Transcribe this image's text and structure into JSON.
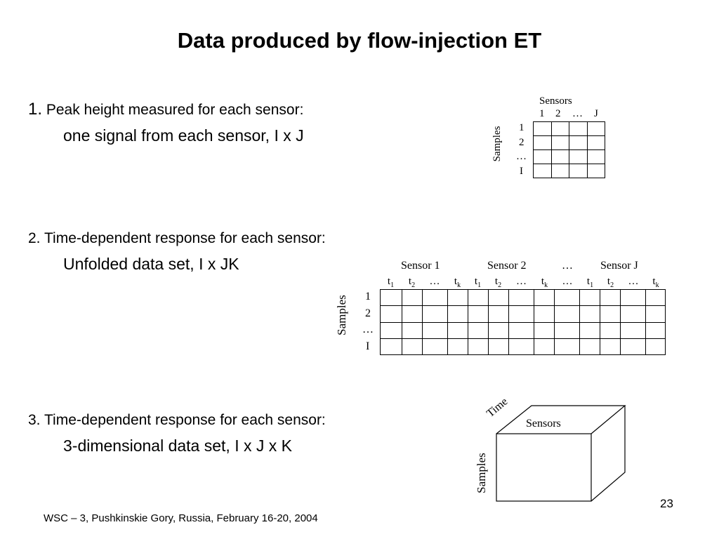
{
  "slide": {
    "title": "Data produced by flow-injection ET",
    "items": [
      {
        "number": "1.",
        "heading": "Peak height measured for each sensor:",
        "detail": "one signal from each sensor, I x J"
      },
      {
        "number": "2.",
        "heading": "Time-dependent response for each sensor:",
        "detail": "Unfolded data set, I x JK"
      },
      {
        "number": "3.",
        "heading": "Time-dependent response for each sensor:",
        "detail": "3-dimensional data set, I x J x K"
      }
    ],
    "footer": "WSC – 3, Pushkinskie Gory, Russia, February 16-20, 2004",
    "page_number": "23"
  },
  "diagram1": {
    "top_label": "Sensors",
    "side_label": "Samples",
    "column_labels": [
      "1",
      "2",
      "…",
      "J"
    ],
    "row_labels": [
      "1",
      "2",
      "…",
      "I"
    ]
  },
  "diagram2": {
    "side_label": "Samples",
    "sensor_groups": [
      "Sensor 1",
      "Sensor 2",
      "…",
      "Sensor J"
    ],
    "row_labels": [
      "1",
      "2",
      "…",
      "I"
    ],
    "time_labels": [
      {
        "base": "t",
        "sub": "1"
      },
      {
        "base": "t",
        "sub": "2"
      },
      {
        "base": "…",
        "sub": ""
      },
      {
        "base": "t",
        "sub": "k"
      },
      {
        "base": "t",
        "sub": "1"
      },
      {
        "base": "t",
        "sub": "2"
      },
      {
        "base": "…",
        "sub": ""
      },
      {
        "base": "t",
        "sub": "k"
      },
      {
        "base": "…",
        "sub": ""
      },
      {
        "base": "t",
        "sub": "1"
      },
      {
        "base": "t",
        "sub": "2"
      },
      {
        "base": "…",
        "sub": ""
      },
      {
        "base": "t",
        "sub": "k"
      }
    ]
  },
  "diagram3": {
    "time_label": "Time",
    "sensors_label": "Sensors",
    "samples_label": "Samples"
  }
}
